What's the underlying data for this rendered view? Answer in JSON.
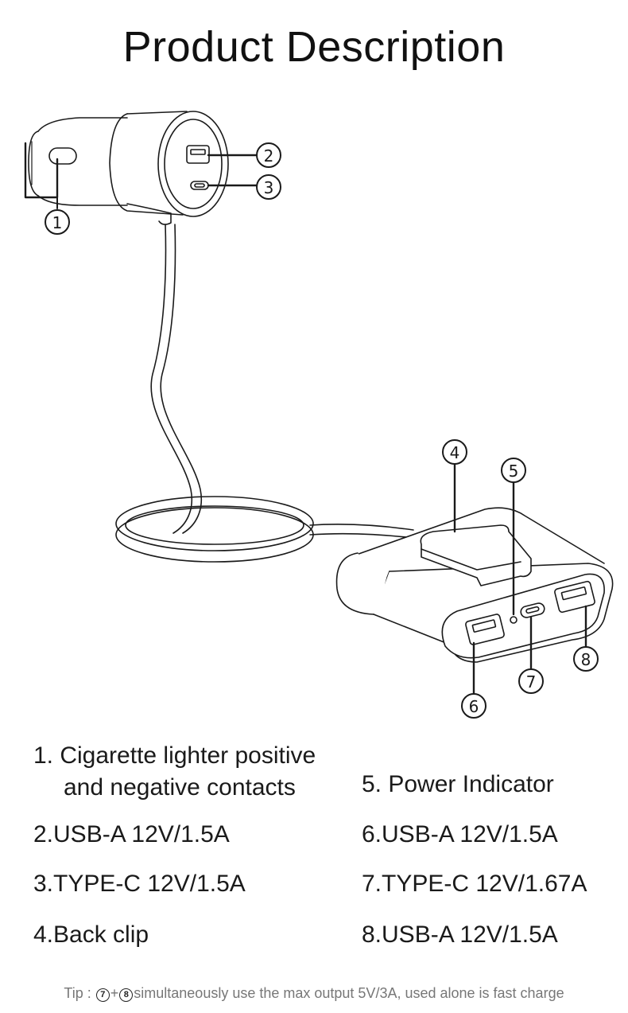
{
  "title": "Product Description",
  "callouts": {
    "c1": "1",
    "c2": "2",
    "c3": "3",
    "c4": "4",
    "c5": "5",
    "c6": "6",
    "c7": "7",
    "c8": "8"
  },
  "descriptions": {
    "item1_line1": "1. Cigarette lighter positive",
    "item1_line2": "and negative contacts",
    "item2": "2.USB-A 12V/1.5A",
    "item3": "3.TYPE-C 12V/1.5A",
    "item4": "4.Back clip",
    "item5": "5. Power Indicator",
    "item6": "6.USB-A 12V/1.5A",
    "item7": "7.TYPE-C 12V/1.67A",
    "item8": "8.USB-A 12V/1.5A"
  },
  "tip": {
    "prefix": "Tip : ",
    "first": "7",
    "plus": "+",
    "second": "8",
    "text": "simultaneously use the max output 5V/3A, used alone is fast charge"
  }
}
